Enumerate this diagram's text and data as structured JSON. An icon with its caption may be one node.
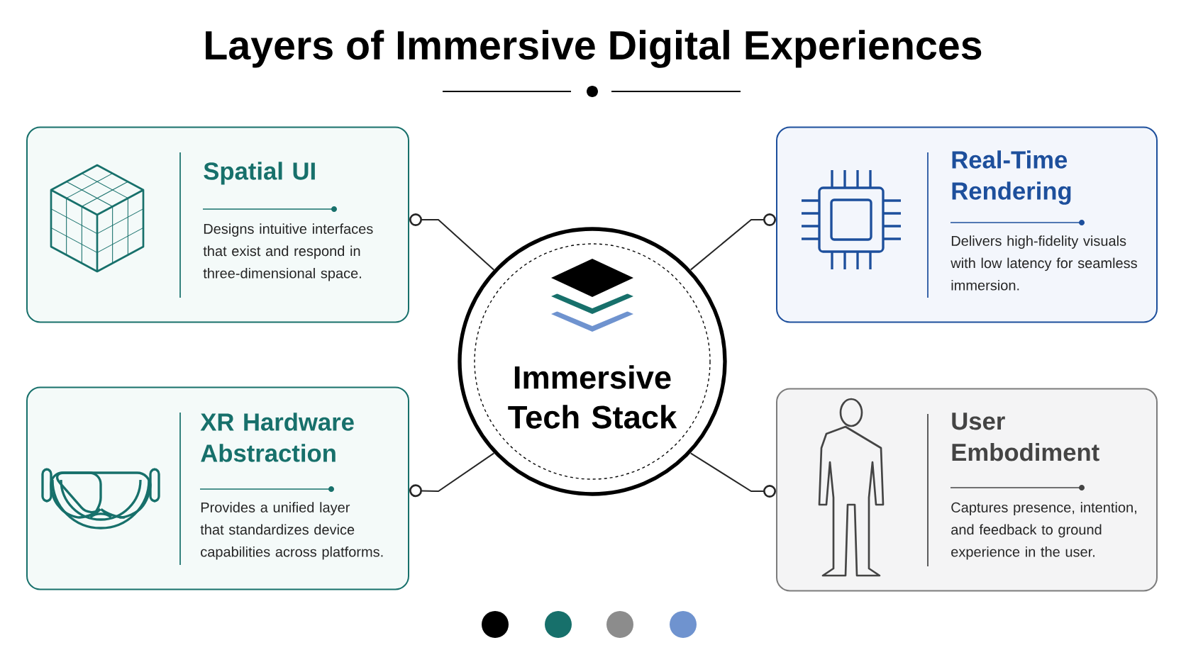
{
  "diagram": {
    "title": "Layers of Immersive Digital Experiences",
    "nodes": [
      {
        "text": [
          "Spatial UI",
          "Designs intuitive interfaces that exist and respond in three-dimensional space."
        ]
      },
      {
        "text": [
          "Real-Time Rendering",
          "Delivers high-fidelity visuals with low latency for seamless immersion."
        ]
      },
      {
        "text": [
          "Immersive Tech Stack"
        ]
      },
      {
        "text": [
          "XR Hardware Abstraction",
          "Provides a unified layer that standardizes device capabilities across platforms."
        ]
      },
      {
        "text": [
          "User Embodiment",
          "Captures presence, intention, and feedback to ground experience in the user."
        ]
      }
    ],
    "edges": [
      {
        "from": 2,
        "to": 0,
        "arrow": "other"
      },
      {
        "from": 2,
        "to": 1,
        "arrow": "other"
      },
      {
        "from": 2,
        "to": 3,
        "arrow": "other"
      },
      {
        "from": 2,
        "to": 4,
        "arrow": "other"
      }
    ]
  }
}
